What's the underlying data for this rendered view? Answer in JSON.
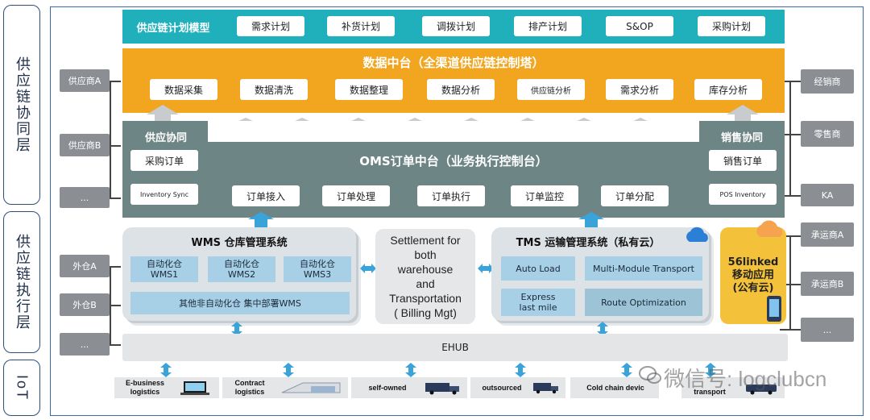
{
  "layers": {
    "collab": "供应链协同层",
    "exec": "供应链执行层",
    "iot": "IoT"
  },
  "plan": {
    "title": "供应链计划模型",
    "items": [
      "需求计划",
      "补货计划",
      "调拨计划",
      "排产计划",
      "S&OP",
      "采购计划"
    ]
  },
  "data_platform": {
    "title": "数据中台（全渠道供应链控制塔）",
    "items": [
      "数据采集",
      "数据清洗",
      "数据整理",
      "数据分析",
      "供应链分析",
      "需求分析",
      "库存分析"
    ]
  },
  "oms": {
    "title": "OMS订单中台（业务执行控制台）",
    "supply_collab": "供应协同",
    "sales_collab": "销售协同",
    "purchase_order": "采购订单",
    "inventory_sync": "Inventory Sync",
    "sales_order": "销售订单",
    "pos_inventory": "POS Inventory",
    "items": [
      "订单接入",
      "订单处理",
      "订单执行",
      "订单监控",
      "订单分配"
    ]
  },
  "left_suppliers": [
    "供应商A",
    "供应商B",
    "..."
  ],
  "left_warehouses": [
    "外仓A",
    "外仓B",
    "..."
  ],
  "right_sales": [
    "经销商",
    "零售商",
    "KA"
  ],
  "right_carriers": [
    "承运商A",
    "承运商B",
    "..."
  ],
  "wms": {
    "title": "WMS 仓库管理系统",
    "items": [
      [
        "自动化仓",
        "WMS1"
      ],
      [
        "自动化仓",
        "WMS2"
      ],
      [
        "自动化仓",
        "WMS3"
      ]
    ],
    "other": "其他非自动化仓 集中部署WMS"
  },
  "settlement": [
    "Settlement for",
    "both",
    "warehouse",
    "and",
    "Transportation",
    "( Billing Mgt)"
  ],
  "tms": {
    "title": "TMS 运输管理系统（私有云）",
    "auto_load": "Auto Load",
    "multi_module": "Multi-Module Transport",
    "express": [
      "Express",
      "last mile"
    ],
    "route": "Route Optimization"
  },
  "mobile": [
    "56linked",
    "移动应用",
    "(公有云)"
  ],
  "ehub": "EHUB",
  "iot": {
    "items": [
      [
        "E-business",
        "logistics"
      ],
      [
        "Contract",
        "logistics"
      ],
      [
        "self-owned"
      ],
      [
        "outsourced"
      ],
      [
        "Cold chain devic"
      ],
      [
        "transport"
      ]
    ]
  },
  "watermark": "微信号: logclubcn",
  "colors": {
    "plan": "#1fb0bb",
    "data_platform": "#f2a51e",
    "oms": "#6e8585",
    "panel": "#dde2e6",
    "mobile": "#f4c23a",
    "gray_box": "#8b8f94"
  }
}
